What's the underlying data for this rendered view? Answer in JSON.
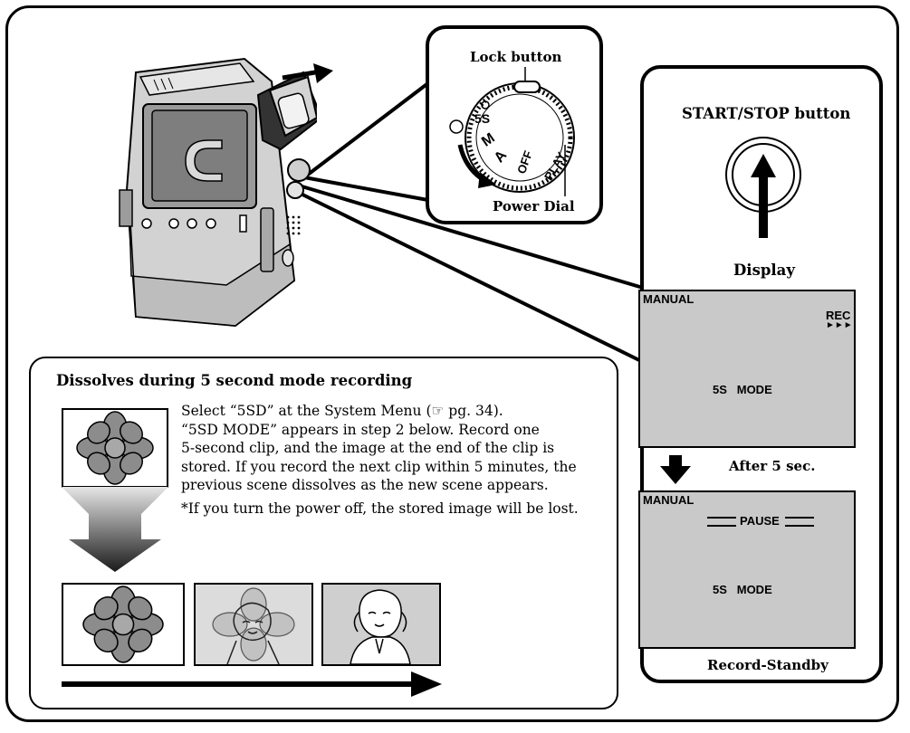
{
  "power_dial": {
    "lock_button_label": "Lock button",
    "power_dial_label": "Power Dial",
    "dial_marks": [
      "5S",
      "M",
      "A",
      "OFF",
      "PLAY"
    ]
  },
  "start_stop": {
    "title": "START/STOP button"
  },
  "display": {
    "title": "Display",
    "screen1": {
      "mode": "MANUAL",
      "rec": "REC",
      "rec_arrows": "►►►",
      "center": "5S   MODE"
    },
    "transition": "After 5 sec.",
    "screen2": {
      "mode": "MANUAL",
      "pause": "PAUSE",
      "center": "5S   MODE"
    },
    "caption": "Record-Standby"
  },
  "dissolve": {
    "heading": "Dissolves during 5 second mode recording",
    "para_lines": [
      "Select “5SD” at the System Menu (☞ pg. 34).",
      "“5SD MODE” appears in step 2 below. Record one",
      "5-second clip, and the image at the end of the clip is",
      "stored. If you record the next clip within 5 minutes, the",
      "previous scene dissolves as the new scene appears."
    ],
    "note": "*If you turn the power off, the stored image will be lost."
  }
}
